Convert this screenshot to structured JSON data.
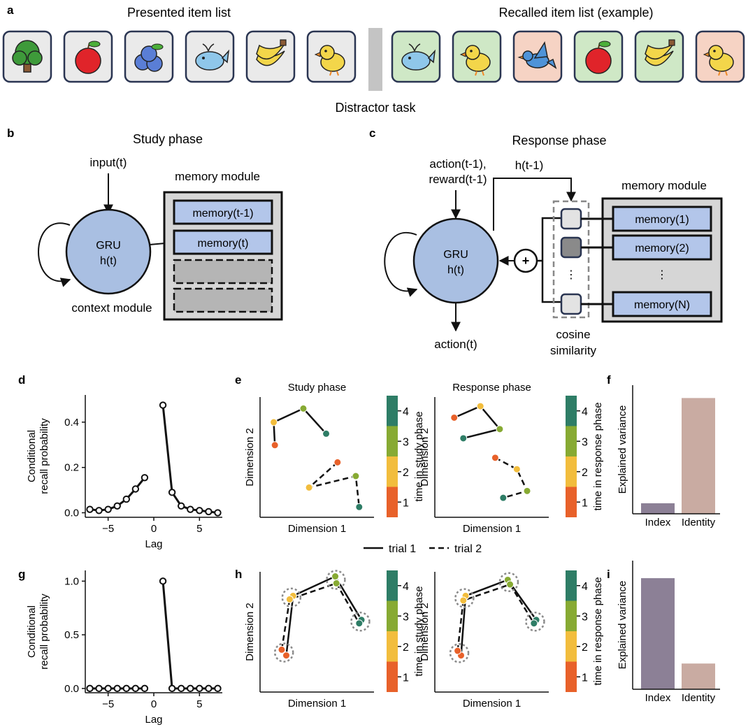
{
  "panel_letters": {
    "a": "a",
    "b": "b",
    "c": "c",
    "d": "d",
    "e": "e",
    "f": "f",
    "g": "g",
    "h": "h",
    "i": "i"
  },
  "panel_a": {
    "presented_title": "Presented item list",
    "recalled_title": "Recalled item list (example)",
    "distractor_label": "Distractor task",
    "presented_items": [
      {
        "icon": "tree-icon",
        "bg": "#eaeaea"
      },
      {
        "icon": "apple-icon",
        "bg": "#eaeaea"
      },
      {
        "icon": "blueberries-icon",
        "bg": "#eaeaea"
      },
      {
        "icon": "whale-icon",
        "bg": "#eaeaea"
      },
      {
        "icon": "banana-icon",
        "bg": "#eaeaea"
      },
      {
        "icon": "chick-icon",
        "bg": "#eaeaea"
      }
    ],
    "recalled_items": [
      {
        "icon": "whale-icon",
        "bg": "#cfe8c6"
      },
      {
        "icon": "chick-icon",
        "bg": "#cfe8c6"
      },
      {
        "icon": "bird-icon",
        "bg": "#f6d3c4"
      },
      {
        "icon": "apple-icon",
        "bg": "#cfe8c6"
      },
      {
        "icon": "banana-icon",
        "bg": "#cfe8c6"
      },
      {
        "icon": "chick-icon",
        "bg": "#f6d3c4"
      }
    ]
  },
  "panel_b": {
    "title": "Study phase",
    "input_label": "input(t)",
    "gru_label": "GRU",
    "gru_state": "h(t)",
    "context_label": "context module",
    "memory_title": "memory module",
    "memory_slots": [
      "memory(t-1)",
      "memory(t)"
    ]
  },
  "panel_c": {
    "title": "Response phase",
    "input_line1": "action(t-1),",
    "input_line2": "reward(t-1)",
    "h_label": "h(t-1)",
    "gru_label": "GRU",
    "gru_state": "h(t)",
    "output_label": "action(t)",
    "plus_label": "+",
    "dots_label": "⋮",
    "cosine_line1": "cosine",
    "cosine_line2": "similarity",
    "memory_title": "memory module",
    "memory_slots": [
      "memory(1)",
      "memory(2)",
      "memory(N)"
    ]
  },
  "legend_trials": {
    "trial1": "trial 1",
    "trial2": "trial 2"
  },
  "colors": {
    "gru_fill": "#a9bfe2",
    "memory_fill": "#b3c6ea",
    "module_fill": "#d6d6d6",
    "index_bar": "#8c8096",
    "identity_bar": "#c9aba2",
    "time_1": "#e8612a",
    "time_2": "#f2bd3d",
    "time_3": "#87aa33",
    "time_4": "#2e7d66"
  },
  "chart_data": [
    {
      "id": "d",
      "type": "line",
      "ylabel_line1": "Conditional",
      "ylabel_line2": "recall probability",
      "xlabel": "Lag",
      "xticks": [
        "−5",
        "0",
        "5"
      ],
      "yticks": [
        "0.0",
        "0.2",
        "0.4"
      ],
      "xlim": [
        -7.5,
        7.5
      ],
      "ylim": [
        -0.02,
        0.52
      ],
      "neg_lags": [
        -7,
        -6,
        -5,
        -4,
        -3,
        -2,
        -1
      ],
      "neg_values": [
        0.015,
        0.01,
        0.015,
        0.03,
        0.06,
        0.105,
        0.155
      ],
      "pos_lags": [
        1,
        2,
        3,
        4,
        5,
        6,
        7
      ],
      "pos_values": [
        0.475,
        0.09,
        0.03,
        0.015,
        0.01,
        0.005,
        0.0
      ]
    },
    {
      "id": "g",
      "type": "line",
      "ylabel_line1": "Conditional",
      "ylabel_line2": "recall probability",
      "xlabel": "Lag",
      "xticks": [
        "−5",
        "0",
        "5"
      ],
      "yticks": [
        "0.0",
        "0.5",
        "1.0"
      ],
      "xlim": [
        -7.5,
        7.5
      ],
      "ylim": [
        -0.04,
        1.1
      ],
      "neg_lags": [
        -7,
        -6,
        -5,
        -4,
        -3,
        -2,
        -1
      ],
      "neg_values": [
        0,
        0,
        0,
        0,
        0,
        0,
        0
      ],
      "pos_lags": [
        1,
        2,
        3,
        4,
        5,
        6,
        7
      ],
      "pos_values": [
        1.0,
        0,
        0,
        0,
        0,
        0,
        0
      ]
    },
    {
      "id": "e-study",
      "type": "scatter",
      "title": "Study phase",
      "xlabel": "Dimension 1",
      "ylabel": "Dimension 2",
      "colorbar_label": "time in study phase",
      "colorbar_ticks": [
        "1",
        "2",
        "3",
        "4"
      ],
      "trial1": [
        {
          "x": 0.13,
          "y": 0.38,
          "t": 1
        },
        {
          "x": 0.12,
          "y": 0.58,
          "t": 2
        },
        {
          "x": 0.38,
          "y": 0.7,
          "t": 3
        },
        {
          "x": 0.58,
          "y": 0.48,
          "t": 4
        }
      ],
      "trial2": [
        {
          "x": 0.68,
          "y": 0.23,
          "t": 1
        },
        {
          "x": 0.43,
          "y": 0.01,
          "t": 2
        },
        {
          "x": 0.84,
          "y": 0.11,
          "t": 3
        },
        {
          "x": 0.87,
          "y": -0.16,
          "t": 4
        }
      ]
    },
    {
      "id": "e-response",
      "type": "scatter",
      "title": "Response phase",
      "xlabel": "Dimension 1",
      "ylabel": "Dimension 2",
      "colorbar_label": "time in response phase",
      "colorbar_ticks": [
        "1",
        "2",
        "3",
        "4"
      ],
      "trial1": [
        {
          "x": 0.17,
          "y": 0.62,
          "t": 1
        },
        {
          "x": 0.4,
          "y": 0.72,
          "t": 2
        },
        {
          "x": 0.57,
          "y": 0.52,
          "t": 3
        },
        {
          "x": 0.25,
          "y": 0.44,
          "t": 4
        }
      ],
      "trial2": [
        {
          "x": 0.53,
          "y": 0.27,
          "t": 1
        },
        {
          "x": 0.72,
          "y": 0.17,
          "t": 2
        },
        {
          "x": 0.81,
          "y": -0.02,
          "t": 3
        },
        {
          "x": 0.6,
          "y": -0.08,
          "t": 4
        }
      ]
    },
    {
      "id": "f",
      "type": "bar",
      "ylabel": "Explained variance",
      "categories": [
        "Index",
        "Identity"
      ],
      "values": [
        0.09,
        0.99
      ],
      "ylim": [
        0,
        1.1
      ]
    },
    {
      "id": "h-study",
      "type": "scatter",
      "xlabel": "Dimension 1",
      "ylabel": "Dimension 2",
      "colorbar_label": "time in study phase",
      "colorbar_ticks": [
        "1",
        "2",
        "3",
        "4"
      ],
      "trial1": [
        {
          "x": 0.23,
          "y": 0.07,
          "t": 1
        },
        {
          "x": 0.29,
          "y": 0.59,
          "t": 2
        },
        {
          "x": 0.66,
          "y": 0.76,
          "t": 3
        },
        {
          "x": 0.89,
          "y": 0.38,
          "t": 4
        }
      ],
      "trial2": [
        {
          "x": 0.19,
          "y": 0.12,
          "t": 1
        },
        {
          "x": 0.26,
          "y": 0.56,
          "t": 2
        },
        {
          "x": 0.67,
          "y": 0.7,
          "t": 3
        },
        {
          "x": 0.87,
          "y": 0.35,
          "t": 4
        }
      ]
    },
    {
      "id": "h-response",
      "type": "scatter",
      "xlabel": "Dimension 1",
      "ylabel": "Dimension 2",
      "colorbar_label": "time in response phase",
      "colorbar_ticks": [
        "1",
        "2",
        "3",
        "4"
      ],
      "trial1": [
        {
          "x": 0.23,
          "y": 0.07,
          "t": 1
        },
        {
          "x": 0.27,
          "y": 0.59,
          "t": 2
        },
        {
          "x": 0.64,
          "y": 0.73,
          "t": 3
        },
        {
          "x": 0.89,
          "y": 0.38,
          "t": 4
        }
      ],
      "trial2": [
        {
          "x": 0.2,
          "y": 0.11,
          "t": 1
        },
        {
          "x": 0.25,
          "y": 0.55,
          "t": 2
        },
        {
          "x": 0.66,
          "y": 0.69,
          "t": 3
        },
        {
          "x": 0.87,
          "y": 0.35,
          "t": 4
        }
      ]
    },
    {
      "id": "i",
      "type": "bar",
      "ylabel": "Explained variance",
      "categories": [
        "Index",
        "Identity"
      ],
      "values": [
        0.95,
        0.22
      ],
      "ylim": [
        0,
        1.1
      ]
    }
  ]
}
